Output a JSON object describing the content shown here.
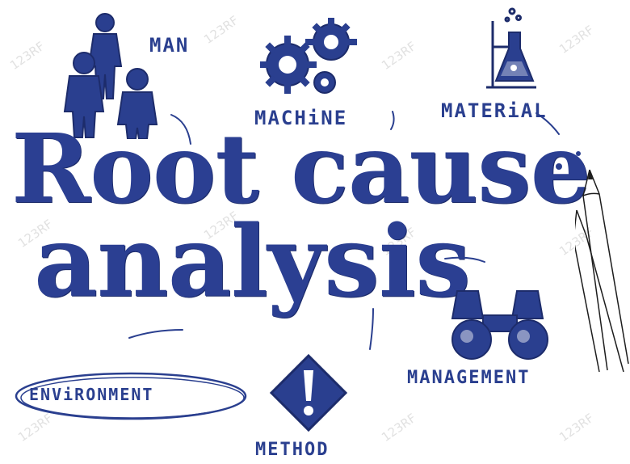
{
  "title": {
    "line1": "Root cause",
    "line2": "analysis"
  },
  "labels": {
    "man": "MAN",
    "machine": "MACHiNE",
    "material": "MATERiAL",
    "management": "MANAGEMENT",
    "method": "METHOD",
    "environment": "ENViRONMENT"
  },
  "watermark": "123RF",
  "colors": {
    "ink": "#2a3f8f",
    "ink_dark": "#1d2c6b",
    "background": "#ffffff"
  },
  "icons": [
    "people-icon",
    "gears-icon",
    "flask-icon",
    "binoculars-icon",
    "warning-diamond-icon",
    "pencils-icon"
  ]
}
